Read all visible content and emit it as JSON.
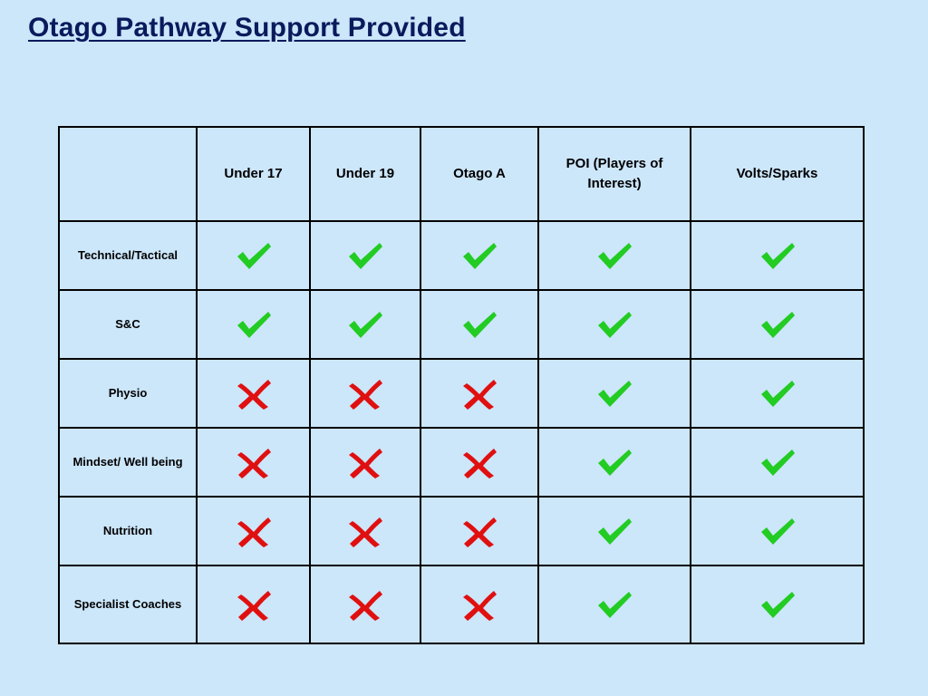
{
  "title": "Otago Pathway Support Provided",
  "colors": {
    "background": "#cce6fa",
    "check": "#22cc22",
    "cross": "#e01010",
    "title": "#0a1a5c"
  },
  "table": {
    "columns": [
      "",
      "Under 17",
      "Under 19",
      "Otago A",
      "POI (Players of Interest)",
      "Volts/Sparks"
    ],
    "rows": [
      {
        "label": "Technical/Tactical",
        "values": [
          "check-icon",
          "check-icon",
          "check-icon",
          "check-icon",
          "check-icon"
        ]
      },
      {
        "label": "S&C",
        "values": [
          "check-icon",
          "check-icon",
          "check-icon",
          "check-icon",
          "check-icon"
        ]
      },
      {
        "label": "Physio",
        "values": [
          "cross-icon",
          "cross-icon",
          "cross-icon",
          "check-icon",
          "check-icon"
        ]
      },
      {
        "label": "Mindset/ Well being",
        "values": [
          "cross-icon",
          "cross-icon",
          "cross-icon",
          "check-icon",
          "check-icon"
        ]
      },
      {
        "label": "Nutrition",
        "values": [
          "cross-icon",
          "cross-icon",
          "cross-icon",
          "check-icon",
          "check-icon"
        ]
      },
      {
        "label": "Specialist Coaches",
        "values": [
          "cross-icon",
          "cross-icon",
          "cross-icon",
          "check-icon",
          "check-icon"
        ]
      }
    ]
  }
}
